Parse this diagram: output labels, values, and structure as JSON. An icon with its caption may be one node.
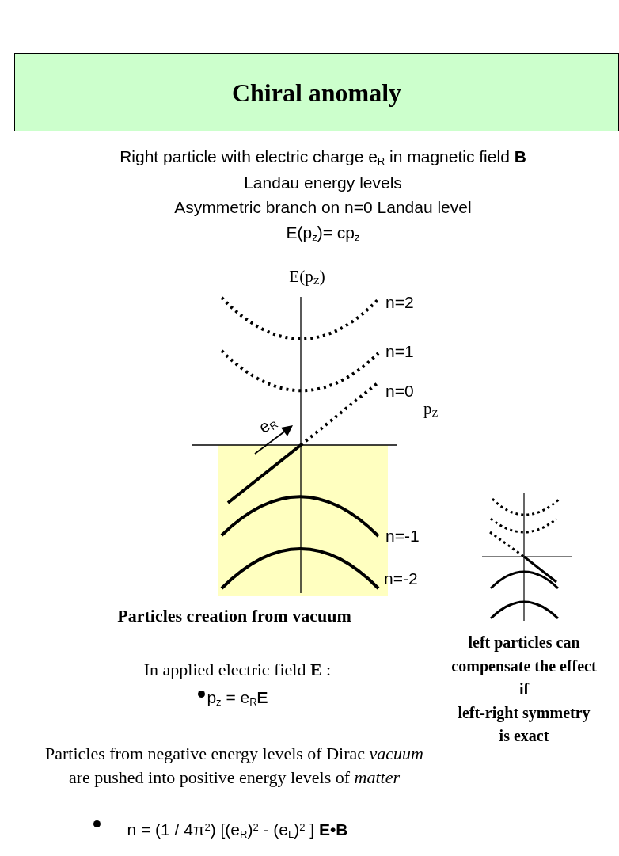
{
  "diagram": {
    "title": "Chiral anomaly",
    "labels": [
      "Right particle with electric charge e$_{R}$ in magnetic field **B**",
      "Landau energy levels",
      "Asymmetric branch on n=0 Landau level",
      "E(p$_{z}$)= cp$_{z}$",
      "E(p$_{Z}$)",
      "n=2",
      "n=1",
      "n=0",
      "p$_{Z}$",
      "e$_{R}$",
      "n=-1",
      "n=-2",
      "Particles creation from vacuum",
      "left particles can",
      "compensate the effect",
      "if",
      "left-right symmetry",
      "is exact",
      "In applied electric field **E** :",
      "p$_{z}$ = e$_{R}$**E**",
      "Particles from negative energy levels of Dirac *vacuum*",
      "are pushed into positive energy levels of *matter*",
      "n = (1  / 4π$^{2}$) [(e$_{R}$)$^{2}$ - (e$_{L}$)$^{2}$ ] **E•B**"
    ]
  }
}
